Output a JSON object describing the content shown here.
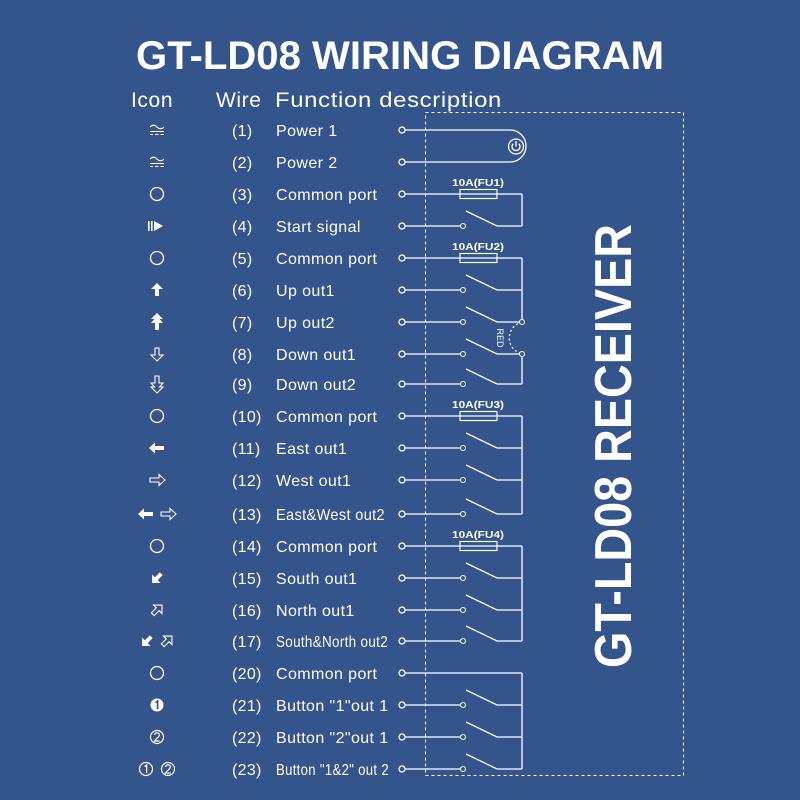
{
  "title": "GT-LD08 WIRING DIAGRAM",
  "headers": {
    "icon": "Icon",
    "wire": "Wire",
    "function": "Function description"
  },
  "rows": [
    {
      "wire": "(1)",
      "function": "Power 1",
      "icon": "ac-power-icon"
    },
    {
      "wire": "(2)",
      "function": "Power 2",
      "icon": "ac-power-icon"
    },
    {
      "wire": "(3)",
      "function": "Common port",
      "icon": "common-port-icon"
    },
    {
      "wire": "(4)",
      "function": "Start signal",
      "icon": "start-icon"
    },
    {
      "wire": "(5)",
      "function": "Common port",
      "icon": "common-port-icon"
    },
    {
      "wire": "(6)",
      "function": "Up out1",
      "icon": "up-arrow-icon"
    },
    {
      "wire": "(7)",
      "function": "Up out2",
      "icon": "double-up-arrow-icon"
    },
    {
      "wire": "(8)",
      "function": "Down out1",
      "icon": "down-arrow-icon"
    },
    {
      "wire": "(9)",
      "function": "Down out2",
      "icon": "double-down-arrow-icon"
    },
    {
      "wire": "(10)",
      "function": "Common port",
      "icon": "common-port-icon"
    },
    {
      "wire": "(11)",
      "function": "East out1",
      "icon": "east-arrow-icon"
    },
    {
      "wire": "(12)",
      "function": "West out1",
      "icon": "west-arrow-icon"
    },
    {
      "wire": "(13)",
      "function": "East&West out2",
      "icon": "east-west-arrow-icon"
    },
    {
      "wire": "(14)",
      "function": "Common port",
      "icon": "common-port-icon"
    },
    {
      "wire": "(15)",
      "function": "South out1",
      "icon": "south-arrow-icon"
    },
    {
      "wire": "(16)",
      "function": "North out1",
      "icon": "north-arrow-icon"
    },
    {
      "wire": "(17)",
      "function": "South&North out2",
      "icon": "south-north-arrow-icon"
    },
    {
      "wire": "(20)",
      "function": "Common port",
      "icon": "common-port-icon"
    },
    {
      "wire": "(21)",
      "function": "Button \"1\"out 1",
      "icon": "button-1-icon"
    },
    {
      "wire": "(22)",
      "function": "Button \"2\"out 1",
      "icon": "button-2-icon"
    },
    {
      "wire": "(23)",
      "function": "Button \"1&2\" out 2",
      "icon": "button-1-2-icon"
    }
  ],
  "fuses": [
    "10A(FU1)",
    "10A(FU2)",
    "10A(FU3)",
    "10A(FU4)"
  ],
  "jumper_label": "RED",
  "receiver_label": "GT-LD08 RECEIVER",
  "colors": {
    "background": "#34548c",
    "line": "#ffffff"
  }
}
